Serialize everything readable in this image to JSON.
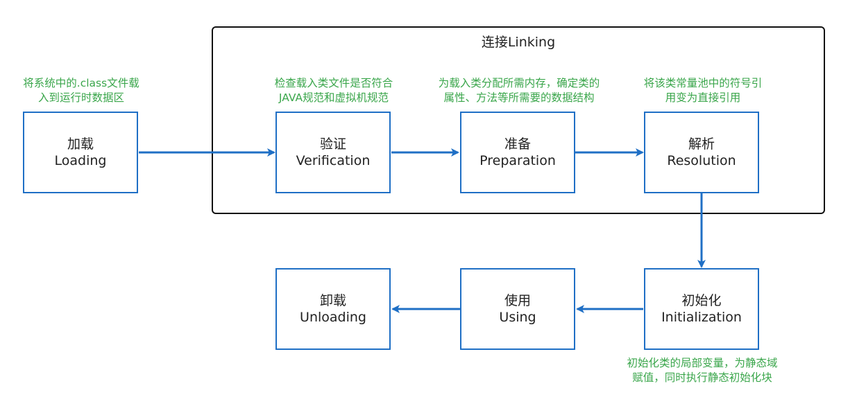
{
  "group": {
    "title": "连接Linking"
  },
  "nodes": {
    "loading": {
      "cn": "加载",
      "en": "Loading"
    },
    "verification": {
      "cn": "验证",
      "en": "Verification"
    },
    "preparation": {
      "cn": "准备",
      "en": "Preparation"
    },
    "resolution": {
      "cn": "解析",
      "en": "Resolution"
    },
    "initialization": {
      "cn": "初始化",
      "en": "Initialization"
    },
    "using": {
      "cn": "使用",
      "en": "Using"
    },
    "unloading": {
      "cn": "卸载",
      "en": "Unloading"
    }
  },
  "notes": {
    "loading": {
      "line1": "将系统中的.class文件载",
      "line2": "入到运行时数据区"
    },
    "verification": {
      "line1": "检查载入类文件是否符合",
      "line2": "JAVA规范和虚拟机规范"
    },
    "preparation": {
      "line1": "为载入类分配所需内存，确定类的",
      "line2": "属性、方法等所需要的数据结构"
    },
    "resolution": {
      "line1": "将该类常量池中的符号引",
      "line2": "用变为直接引用"
    },
    "initialization": {
      "line1": "初始化类的局部变量，为静态域",
      "line2": "赋值，同时执行静态初始化块"
    }
  },
  "colors": {
    "node_border": "#1f6fc5",
    "arrow": "#1f6fc5",
    "note_text": "#3aa64b",
    "group_border": "#111111"
  }
}
